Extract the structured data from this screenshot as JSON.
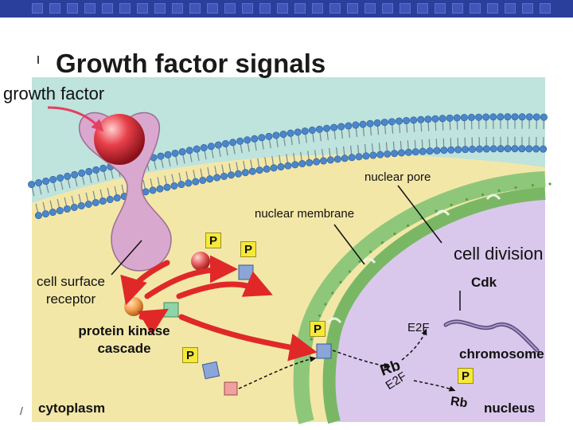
{
  "slide": {
    "title": "Growth factor signals"
  },
  "labels": {
    "growth_factor": "growth factor",
    "nuclear_pore": "nuclear pore",
    "nuclear_membrane": "nuclear membrane",
    "cell_division": "cell division",
    "cell_surface_receptor_line1": "cell surface",
    "cell_surface_receptor_line2": "receptor",
    "cdk": "Cdk",
    "protein_kinase_cascade_line1": "protein kinase",
    "protein_kinase_cascade_line2": "cascade",
    "e2f": "E2F",
    "chromosome": "chromosome",
    "cytoplasm": "cytoplasm",
    "nucleus": "nucleus",
    "rb_complex_rb": "Rb",
    "rb_complex_e2f": "E2F",
    "rb_free": "Rb"
  },
  "phosphate_tags": [
    "P",
    "P",
    "P",
    "P",
    "P"
  ],
  "colors": {
    "extracellular": "#bfe3dd",
    "cytoplasm": "#f3e7a8",
    "nucleus": "#d9c8ec",
    "membrane_head": "#4a86c9",
    "nuclear_envelope": "#8fc77a",
    "receptor": "#d9a8cf",
    "growth_factor_ball": "#e8404a",
    "kinase_orange": "#f4a050",
    "arrow_red": "#e02828",
    "phosphate_tag": "#f6e93a",
    "topbar": "#2a3f9c"
  }
}
